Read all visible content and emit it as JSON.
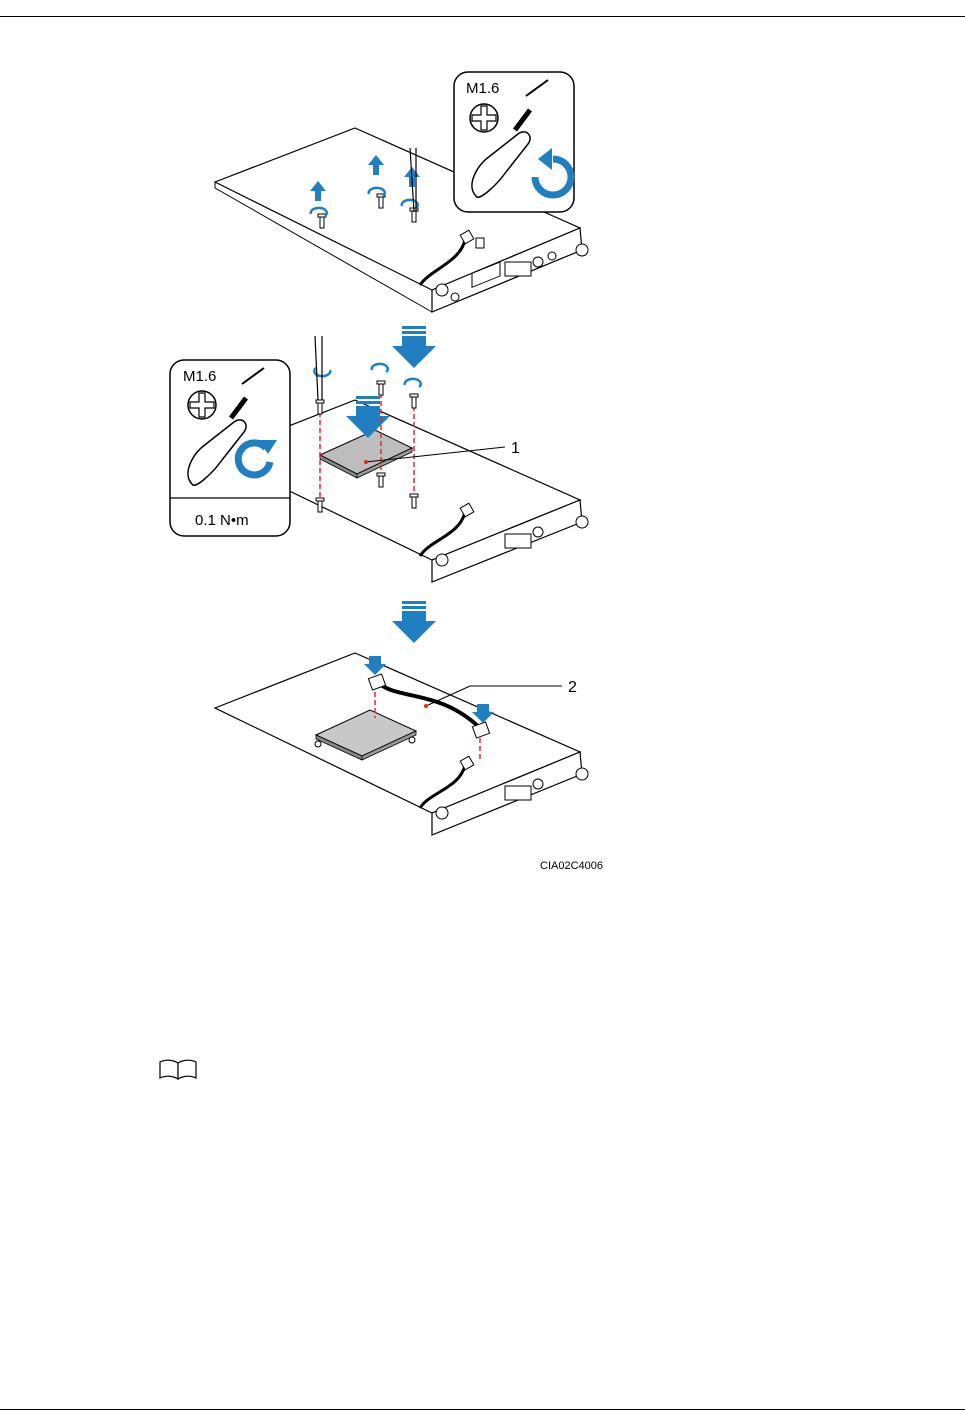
{
  "figure": {
    "step1_tool": {
      "screw_size": "M1.6"
    },
    "step2_tool": {
      "screw_size": "M1.6",
      "torque": "0.1 N•m"
    },
    "callouts": [
      "1",
      "2"
    ],
    "figure_id": "CIA02C4006"
  },
  "note": {
    "icon": "book-icon"
  },
  "colors": {
    "accent_blue": "#1f7fc0",
    "guide_red": "#e8262a"
  }
}
